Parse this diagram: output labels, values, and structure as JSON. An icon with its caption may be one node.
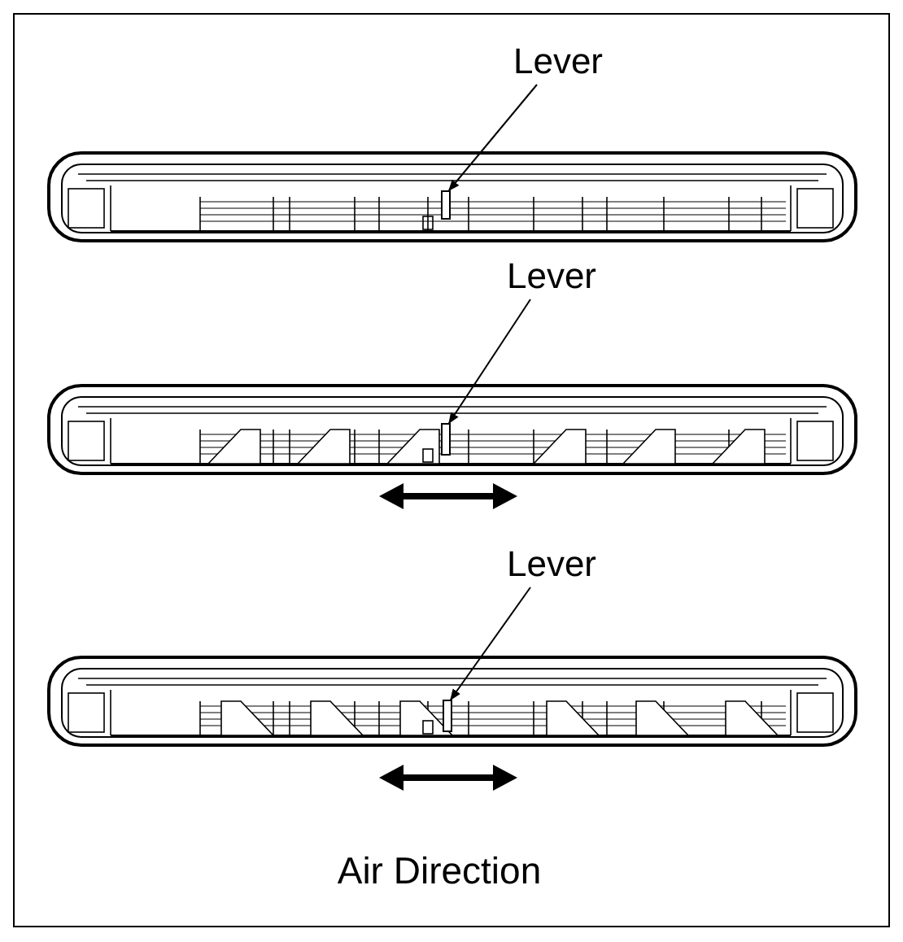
{
  "diagram": {
    "nodes": [
      {
        "text": [
          "Lever"
        ]
      },
      {
        "text": [],
        "shape": "bar"
      },
      {
        "text": [
          "Lever"
        ]
      },
      {
        "text": [],
        "shape": "bar"
      },
      {
        "text": [
          "Lever"
        ]
      },
      {
        "text": [],
        "shape": "bar"
      }
    ],
    "edges": [
      {
        "from": 0,
        "to": 1,
        "arrow": "to"
      },
      {
        "from": 2,
        "to": 3,
        "arrow": "to"
      },
      {
        "from": 4,
        "to": 5,
        "arrow": "to"
      }
    ],
    "labels": [
      "Air Direction"
    ]
  }
}
